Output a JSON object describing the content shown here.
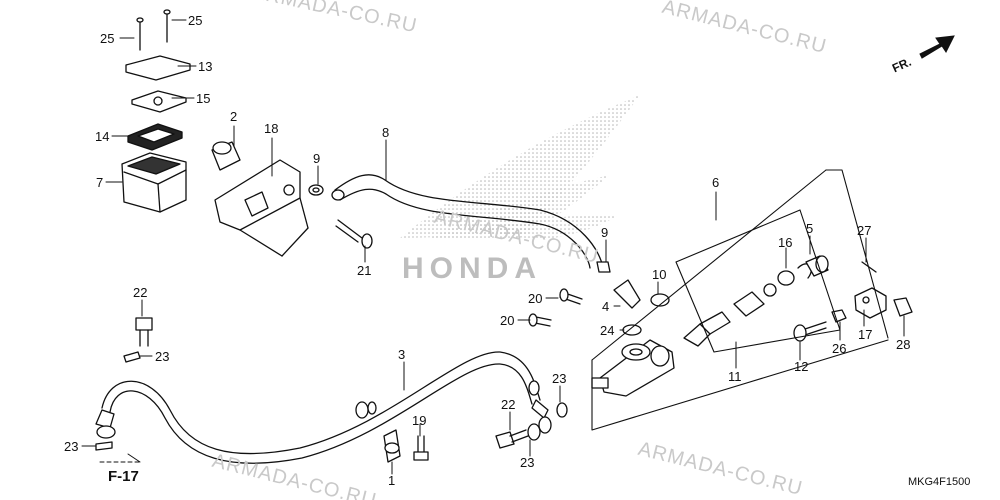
{
  "diagram_code": "MKG4F1500",
  "reference": "F-17",
  "direction_label": "FR.",
  "brand_logo_text": "HONDA",
  "watermark_text": "ARMADA-CO.RU",
  "callouts": {
    "c25a": "25",
    "c25b": "25",
    "c13": "13",
    "c15": "15",
    "c14": "14",
    "c7": "7",
    "c2": "2",
    "c18": "18",
    "c9a": "9",
    "c8": "8",
    "c21": "21",
    "c6": "6",
    "c5": "5",
    "c16": "16",
    "c27": "27",
    "c9b": "9",
    "c10": "10",
    "c20a": "20",
    "c20b": "20",
    "c4": "4",
    "c24": "24",
    "c17": "17",
    "c28": "28",
    "c26": "26",
    "c12": "12",
    "c11": "11",
    "c22a": "22",
    "c23a": "23",
    "c3": "3",
    "c23b": "23",
    "c22b": "22",
    "c23c": "23",
    "c19": "19",
    "c1": "1",
    "c23d": "23"
  }
}
